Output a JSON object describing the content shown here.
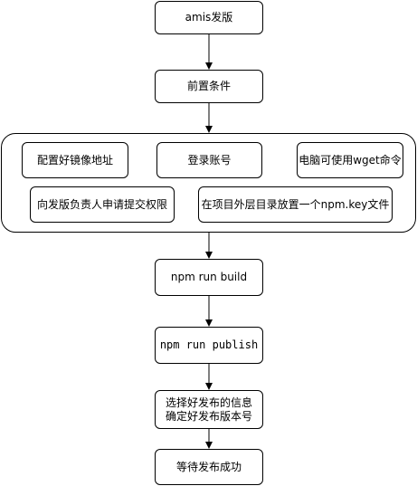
{
  "diagram": {
    "steps": {
      "release": "amis发版",
      "prereq": "前置条件",
      "build": "npm run build",
      "publish": "npm run publish",
      "select_line1": "选择好发布的信息",
      "select_line2": "确定好发布版本号",
      "wait": "等待发布成功"
    },
    "conditions": {
      "mirror": "配置好镜像地址",
      "login": "登录账号",
      "wget": "电脑可使用wget命令",
      "permission": "向发版负责人申请提交权限",
      "npmkey": "在项目外层目录放置一个npm.key文件"
    }
  }
}
